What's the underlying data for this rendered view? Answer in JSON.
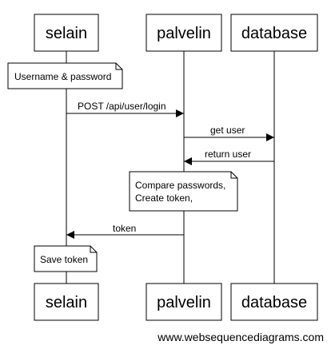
{
  "participants": {
    "client": "selain",
    "server": "palvelin",
    "db": "database"
  },
  "notes": {
    "credentials": "Username & password",
    "compare_line1": "Compare passwords,",
    "compare_line2": "Create token,",
    "save_token": "Save token"
  },
  "messages": {
    "login_request": "POST /api/user/login",
    "get_user": "get user",
    "return_user": "return user",
    "token": "token"
  },
  "watermark": "www.websequencediagrams.com",
  "colors": {
    "stroke": "#000000",
    "fill": "#ffffff",
    "text": "#000000"
  }
}
